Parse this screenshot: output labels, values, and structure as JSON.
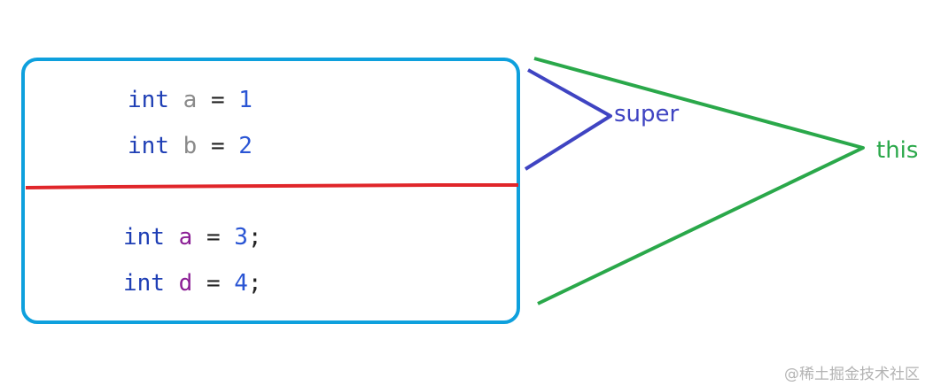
{
  "code": {
    "parent_lines": [
      {
        "keyword": "int",
        "var": "a",
        "op": "=",
        "value": "1",
        "end": ""
      },
      {
        "keyword": "int",
        "var": "b",
        "op": "=",
        "value": "2",
        "end": ""
      }
    ],
    "child_lines": [
      {
        "keyword": "int",
        "var": "a",
        "op": "=",
        "value": "3",
        "end": ";"
      },
      {
        "keyword": "int",
        "var": "d",
        "op": "=",
        "value": "4",
        "end": ";"
      }
    ]
  },
  "labels": {
    "super": "super",
    "this": "this"
  },
  "watermark": "@稀土掘金技术社区",
  "colors": {
    "box": "#0ea0dd",
    "divider": "#e0262a",
    "super_lines": "#3f44c2",
    "this_lines": "#2aa84a"
  }
}
